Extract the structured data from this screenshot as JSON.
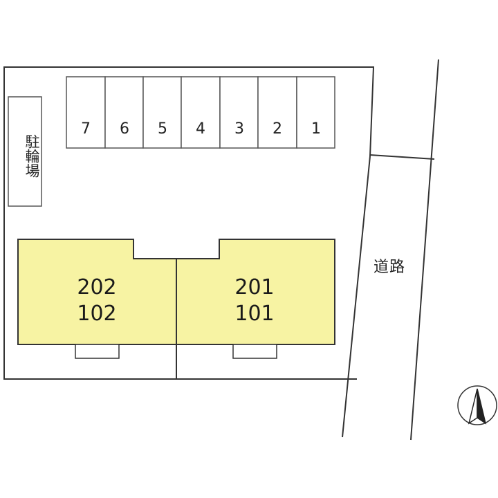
{
  "parking": {
    "spaces": [
      "7",
      "6",
      "5",
      "4",
      "3",
      "2",
      "1"
    ]
  },
  "bicycle_parking": {
    "label": "駐輪場"
  },
  "buildings": [
    {
      "upper": "202",
      "lower": "102"
    },
    {
      "upper": "201",
      "lower": "101"
    }
  ],
  "road": {
    "label": "道路"
  },
  "compass": {
    "icon": "north-arrow-icon"
  },
  "colors": {
    "building_fill": "#f7f3a3",
    "line": "#333333"
  }
}
